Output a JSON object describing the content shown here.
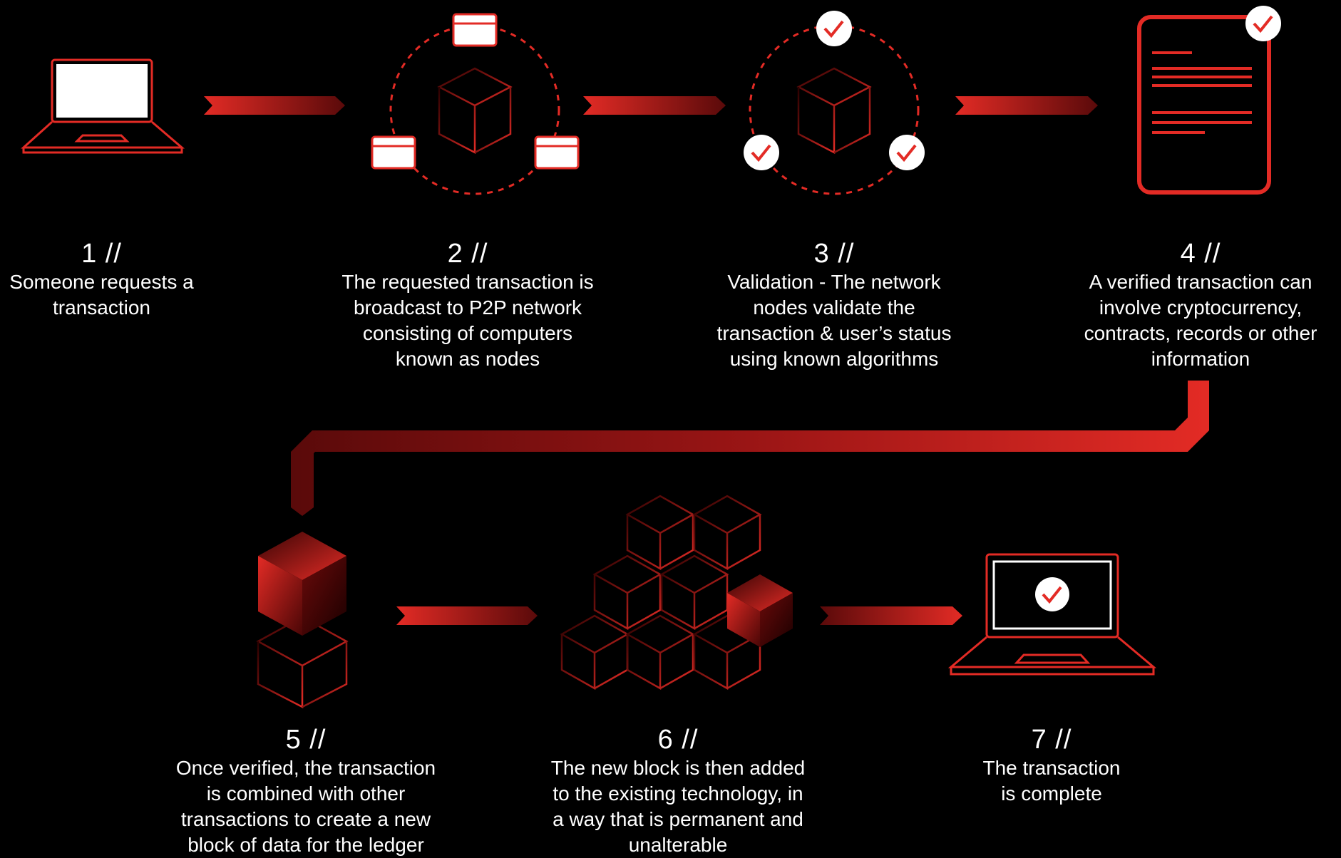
{
  "colors": {
    "accent": "#e32b25",
    "accent_dark": "#5a0a0a",
    "background": "#000000",
    "text": "#ffffff"
  },
  "icons": [
    "laptop-icon",
    "network-icon",
    "validation-icon",
    "document-icon",
    "block-combine-icon",
    "block-stack-icon",
    "laptop-check-icon"
  ],
  "steps": [
    {
      "number": "1 //",
      "text": "Someone requests a\ntransaction"
    },
    {
      "number": "2 //",
      "text": "The requested transaction is\nbroadcast to P2P network\nconsisting of computers\nknown as nodes"
    },
    {
      "number": "3 //",
      "text": "Validation - The network\nnodes validate the\ntransaction & user’s status\nusing known algorithms"
    },
    {
      "number": "4 //",
      "text": "A  verified transaction can\ninvolve cryptocurrency,\ncontracts, records or other\ninformation"
    },
    {
      "number": "5 //",
      "text": "Once verified, the transaction\nis combined with other\ntransactions to create a new\nblock of data for the ledger"
    },
    {
      "number": "6 //",
      "text": "The new block is then added\nto the existing technology, in\na way that is permanent and\nunalterable"
    },
    {
      "number": "7 //",
      "text": "The transaction\nis complete"
    }
  ]
}
